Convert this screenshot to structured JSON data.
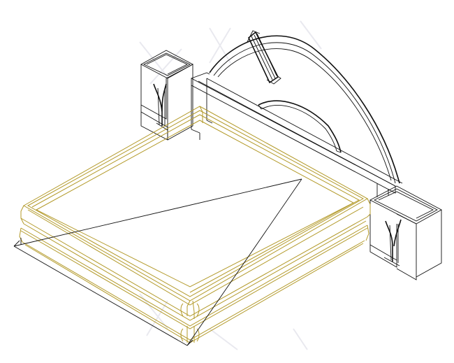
{
  "drawing": {
    "colors": {
      "mattress_outline": "#b39a2a",
      "furniture_outline": "#111111",
      "background": "#ffffff"
    },
    "parts": [
      "headboard-arch",
      "reading-lamp",
      "left-nightstand",
      "right-nightstand",
      "mattress-upper",
      "mattress-lower",
      "bed-base-diagonals"
    ],
    "line_style": "wireframe"
  }
}
